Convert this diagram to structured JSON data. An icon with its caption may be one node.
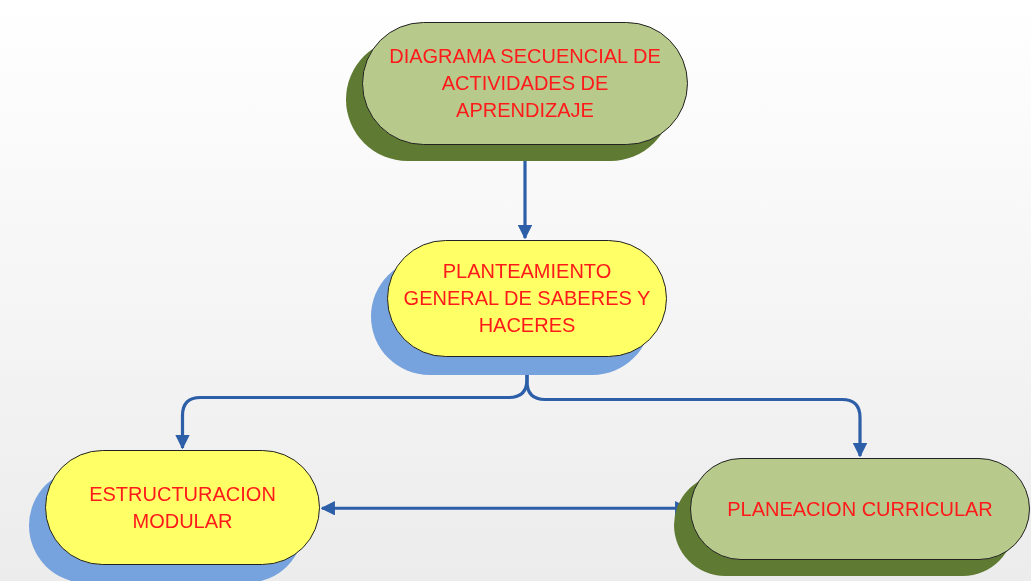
{
  "diagram": {
    "nodes": [
      {
        "text": [
          "DIAGRAMA SECUENCIAL DE ACTIVIDADES DE APRENDIZAJE"
        ]
      },
      {
        "text": [
          "PLANTEAMIENTO GENERAL DE SABERES Y HACERES"
        ]
      },
      {
        "text": [
          "ESTRUCTURACION MODULAR"
        ]
      },
      {
        "text": [
          "PLANEACION CURRICULAR"
        ]
      }
    ],
    "edges": [
      {
        "from": 0,
        "to": 1,
        "arrow": "to"
      },
      {
        "from": 1,
        "to": 2,
        "arrow": "to"
      },
      {
        "from": 1,
        "to": 3,
        "arrow": "to"
      },
      {
        "from": 2,
        "to": 3,
        "arrow": "both"
      }
    ]
  }
}
